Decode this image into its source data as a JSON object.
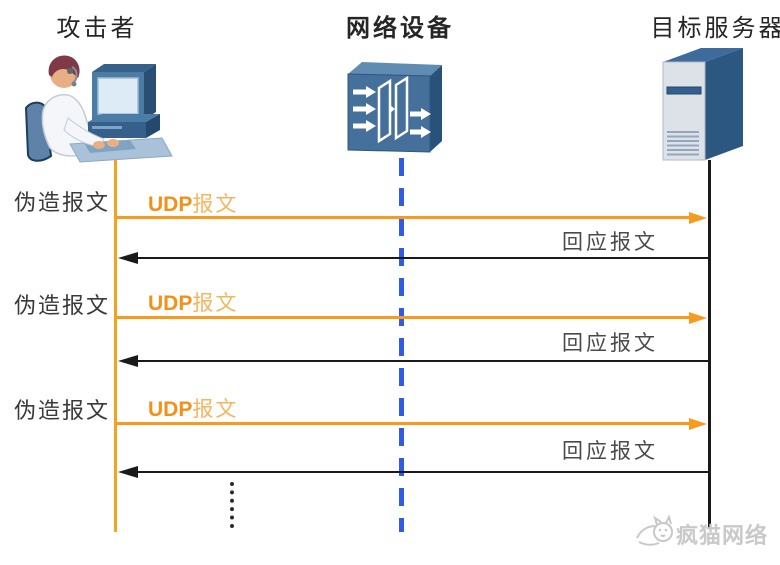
{
  "actors": [
    {
      "id": "attacker",
      "label": "攻击者",
      "icon": "attacker-at-computer-illustration"
    },
    {
      "id": "network-device",
      "label": "网络设备",
      "icon": "network-switch-icon"
    },
    {
      "id": "target-server",
      "label": "目标服务器",
      "icon": "server-tower-icon"
    }
  ],
  "sequence": {
    "groups": [
      {
        "left_label": "伪造报文",
        "request_prefix": "UDP",
        "request_suffix": "报文",
        "response_label": "回应报文"
      },
      {
        "left_label": "伪造报文",
        "request_prefix": "UDP",
        "request_suffix": "报文",
        "response_label": "回应报文"
      },
      {
        "left_label": "伪造报文",
        "request_prefix": "UDP",
        "request_suffix": "报文",
        "response_label": "回应报文"
      }
    ],
    "continuation": "⋮"
  },
  "watermark": {
    "icon": "cat-icon",
    "text": "疯猫网络"
  },
  "colors": {
    "request_arrow": "#F79B1E",
    "request_text": "#F39019",
    "request_text_light": "#F5B55E",
    "response_arrow": "#1A1A1A",
    "attacker_lifeline": "#F7A21D",
    "device_lifeline": "#2E5CE6",
    "server_lifeline": "#1A1A1A",
    "label_text": "#3A3A3A",
    "watermark_text": "#C9C9C9"
  }
}
